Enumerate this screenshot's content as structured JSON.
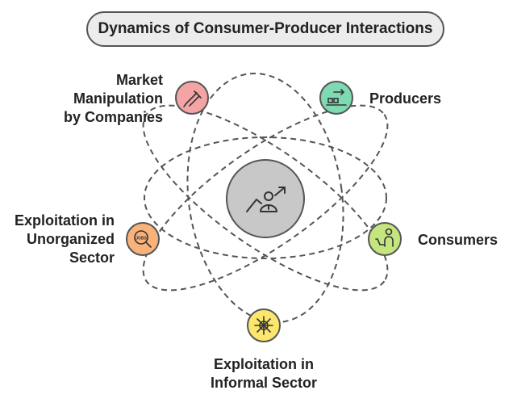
{
  "title": "Dynamics of Consumer-Producer Interactions",
  "center": {
    "icon": "person-growth-arrow-icon",
    "color": "#c8c8c8"
  },
  "nodes": [
    {
      "id": "market-manipulation",
      "lines": [
        "Market",
        "Manipulation",
        "by Companies"
      ],
      "icon": "marker-icon",
      "color": "#f4a4a4"
    },
    {
      "id": "producers",
      "lines": [
        "Producers"
      ],
      "icon": "conveyor-icon",
      "color": "#7fd9b2"
    },
    {
      "id": "exploitation-unorganized",
      "lines": [
        "Exploitation in",
        "Unorganized",
        "Sector"
      ],
      "icon": "jobs-search-icon",
      "color": "#f8b27a"
    },
    {
      "id": "consumers",
      "lines": [
        "Consumers"
      ],
      "icon": "shopper-cart-icon",
      "color": "#c5e57e"
    },
    {
      "id": "exploitation-informal",
      "lines": [
        "Exploitation in",
        "Informal Sector"
      ],
      "icon": "virus-icon",
      "color": "#fbe66e"
    }
  ]
}
